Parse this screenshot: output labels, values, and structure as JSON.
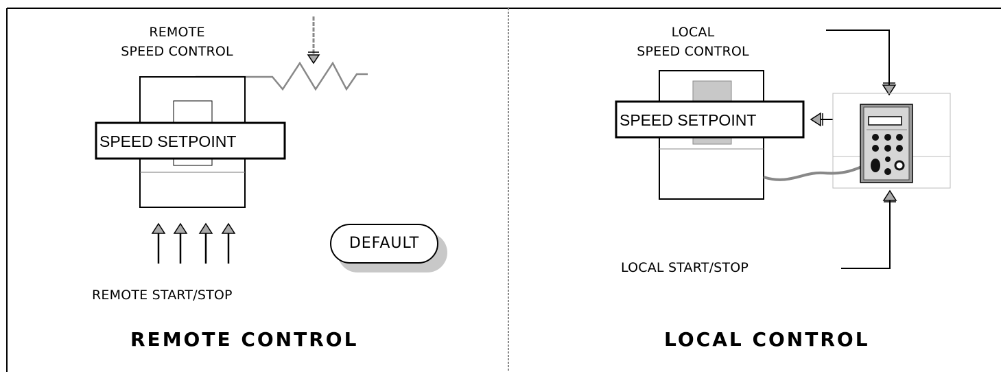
{
  "remote": {
    "speed_label_line1": "REMOTE",
    "speed_label_line2": "SPEED CONTROL",
    "setpoint_label": "SPEED SETPOINT",
    "start_stop_label": "REMOTE START/STOP",
    "default_badge": "DEFAULT",
    "panel_title": "REMOTE CONTROL"
  },
  "local": {
    "speed_label_line1": "LOCAL",
    "speed_label_line2": "SPEED CONTROL",
    "setpoint_label": "SPEED SETPOINT",
    "start_stop_label": "LOCAL START/STOP",
    "panel_title": "LOCAL CONTROL"
  },
  "colors": {
    "line": "#000000",
    "divider": "#888888",
    "cable": "#888888",
    "shadow": "#c8c8c8",
    "keypad_body": "#9a9a9a",
    "keypad_face": "#d6d6d6"
  }
}
